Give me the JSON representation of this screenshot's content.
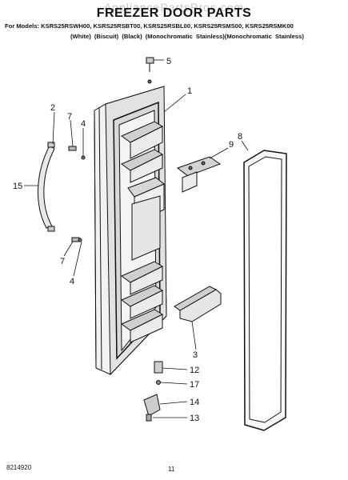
{
  "header": {
    "watermark": "AppliancePartsPros.com",
    "title": "FREEZER DOOR PARTS",
    "models": "For Models: KSRS25RSWH00, KSRS25RSBT00, KSRS25RSBL00, KSRS25RSMS00, KSRS25RSMK00",
    "variants": "(White)          (Biscuit)     (Black) (Monochromatic Stainless)(Monochromatic Stainless)"
  },
  "callouts": [
    {
      "id": "c1",
      "label": "1"
    },
    {
      "id": "c2",
      "label": "2"
    },
    {
      "id": "c3",
      "label": "3"
    },
    {
      "id": "c4a",
      "label": "4"
    },
    {
      "id": "c4b",
      "label": "4"
    },
    {
      "id": "c5",
      "label": "5"
    },
    {
      "id": "c7a",
      "label": "7"
    },
    {
      "id": "c7b",
      "label": "7"
    },
    {
      "id": "c8",
      "label": "8"
    },
    {
      "id": "c9",
      "label": "9"
    },
    {
      "id": "c12",
      "label": "12"
    },
    {
      "id": "c13",
      "label": "13"
    },
    {
      "id": "c14",
      "label": "14"
    },
    {
      "id": "c15",
      "label": "15"
    },
    {
      "id": "c17",
      "label": "17"
    }
  ],
  "footer": {
    "doc_number": "8214920",
    "page_number": "11"
  }
}
